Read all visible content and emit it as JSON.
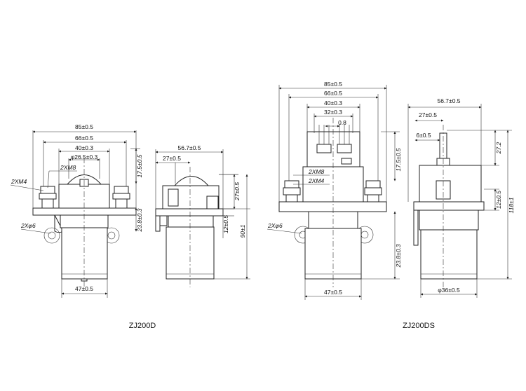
{
  "captions": {
    "left": "ZJ200D",
    "right": "ZJ200DS"
  },
  "zj200d_front": {
    "w85": "85±0.5",
    "w66": "66±0.5",
    "w40": "40±0.3",
    "w265": "φ26.5±0.3",
    "m8": "2XM8",
    "m4": "2XM4",
    "hole": "2Xφ6",
    "h175": "17.5±0.5",
    "h238": "23.8±0.3",
    "w47": "47±0.5"
  },
  "zj200d_side": {
    "w567": "56.7±0.5",
    "w27": "27±0.5",
    "h27": "27±0.5",
    "h12": "12±0.5",
    "h90": "90±1"
  },
  "zj200ds_front": {
    "w85": "85±0.5",
    "w66": "66±0.5",
    "w40": "40±0.3",
    "w32": "32±0.3",
    "w08": "0.8",
    "m8": "2XM8",
    "m4": "2XM4",
    "hole": "2Xφ6",
    "h175": "17.5±0.5",
    "h238": "23.8±0.3",
    "w47": "47±0.5"
  },
  "zj200ds_side": {
    "w567": "56.7±0.5",
    "w27": "27±0.5",
    "w6": "6±0.5",
    "h272": "27.2",
    "h12": "12±0.5",
    "h118": "118±1",
    "d36": "φ36±0.5"
  }
}
